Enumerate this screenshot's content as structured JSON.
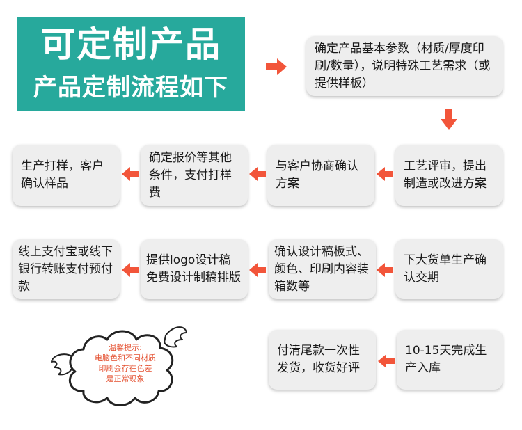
{
  "banner": {
    "title": "可定制产品",
    "subtitle": "产品定制流程如下"
  },
  "steps": {
    "s1": "确定产品基本参数（材质/厚度印刷/数量），说明特殊工艺需求（或提供样板）",
    "s2": "工艺评审，提出制造或改进方案",
    "s3": "与客户协商确认方案",
    "s4": "确定报价等其他条件，支付打样费",
    "s5": "生产打样，客户确认样品",
    "s6": "下大货单生产确认交期",
    "s7": "确认设计稿板式、颜色、印刷内容装箱数等",
    "s8": "提供logo设计稿免费设计制稿排版",
    "s9": "线上支付宝或线下银行转账支付预付款",
    "s10": "10-15天完成生产入库",
    "s11": "付清尾款一次性发货，收货好评"
  },
  "note": {
    "line1": "温馨提示:",
    "line2": "电脑色和不同材质",
    "line3": "印刷会存在色差",
    "line4": "是正常现象"
  },
  "colors": {
    "banner": "#27a99c",
    "arrow": "#f2553a",
    "note_text": "#e44f2f",
    "box": "#eeeeee"
  }
}
